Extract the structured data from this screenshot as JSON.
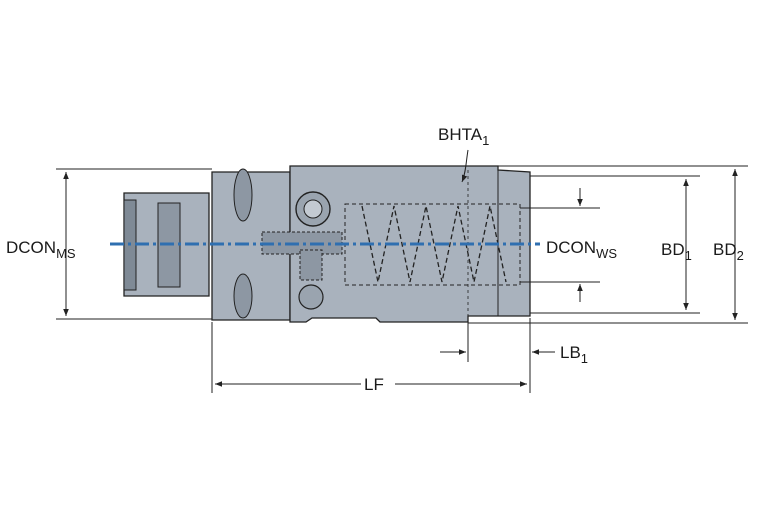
{
  "labels": {
    "dcon_ms": {
      "main": "DCON",
      "sub": "MS"
    },
    "dcon_ws": {
      "main": "DCON",
      "sub": "WS"
    },
    "bd1": {
      "main": "BD",
      "sub": "1"
    },
    "bd2": {
      "main": "BD",
      "sub": "2"
    },
    "bhta1": {
      "main": "BHTA",
      "sub": "1"
    },
    "lb1": {
      "main": "LB",
      "sub": "1"
    },
    "lf": {
      "main": "LF"
    }
  },
  "colors": {
    "body": "#a9b2bd",
    "body_dark": "#7f8a96",
    "outline": "#222222",
    "centerline": "#2f6fb0",
    "dimension": "#222222"
  }
}
